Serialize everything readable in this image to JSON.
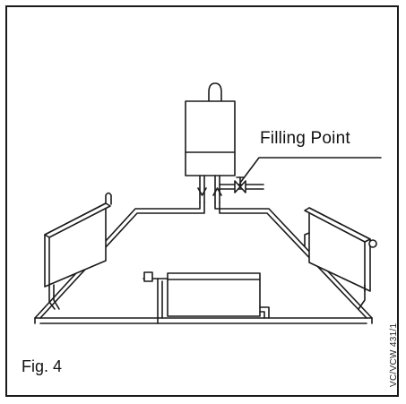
{
  "diagram": {
    "callout_text": "Filling Point",
    "figure_label": "Fig. 4",
    "reference_code": "VC/VCW 431/1"
  }
}
